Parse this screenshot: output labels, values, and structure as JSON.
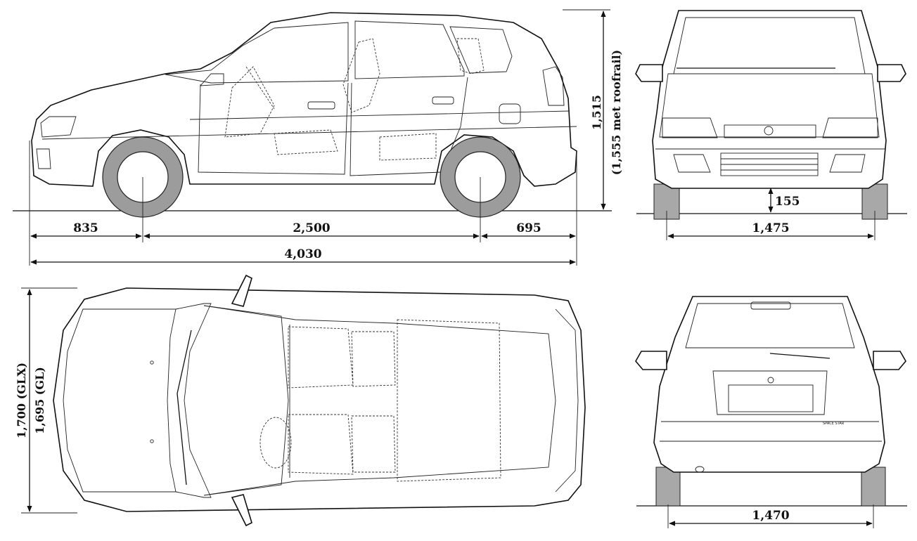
{
  "dimensions": {
    "front_overhang": "835",
    "wheelbase": "2,500",
    "rear_overhang": "695",
    "overall_length": "4,030",
    "height": "1,515",
    "height_roofrail": "(1,555 met roofrail)",
    "ground_clearance": "155",
    "front_track": "1,475",
    "rear_track": "1,470",
    "width_glx": "1,700 (GLX)",
    "width_gl": "1,695 (GL)"
  },
  "badge": {
    "rear_model": "SPACE STAR"
  }
}
